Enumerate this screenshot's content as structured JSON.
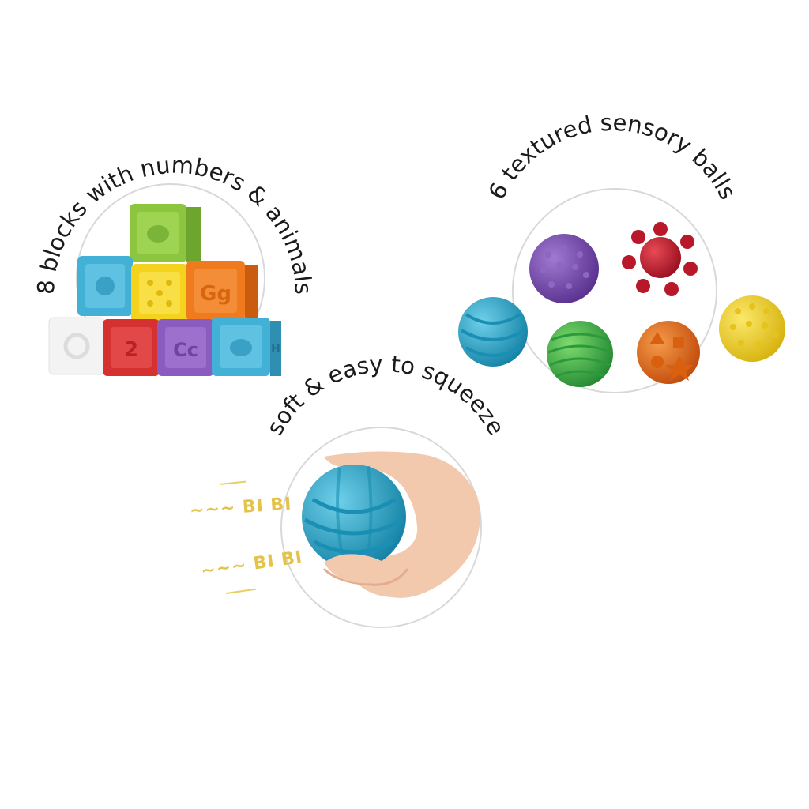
{
  "panels": {
    "blocks": {
      "caption": "8 blocks with numbers & animals",
      "block_letters": [
        "Gg",
        "2",
        "Cc",
        "H"
      ]
    },
    "balls": {
      "caption": "6 textured sensory balls"
    },
    "squeeze": {
      "caption": "soft & easy to squeeze",
      "sound_1": "~~~ BI BI",
      "sound_2": "~~~ BI BI"
    }
  },
  "colors": {
    "ring": "#d8d8d8",
    "block_green": "#8cc63f",
    "block_blue": "#43b1d6",
    "block_yellow": "#f5d21d",
    "block_orange": "#f07a1e",
    "block_white": "#f3f3f3",
    "block_red": "#d63131",
    "block_purple": "#8b5cbf",
    "ball_blue": "#1f9dbf",
    "ball_purple": "#7b4fb0",
    "ball_red": "#c0192b",
    "ball_green": "#3eb54a",
    "ball_orange": "#ea6a1a",
    "ball_yellow": "#f0d21f",
    "sound": "#e3c34a",
    "skin": "#f3c9ae"
  }
}
